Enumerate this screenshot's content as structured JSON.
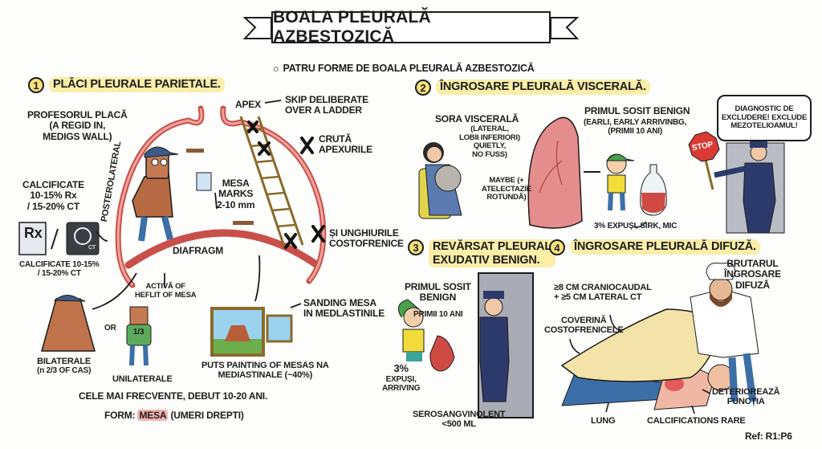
{
  "title": "BOALA PLEURALĂ AZBESTOZICĂ",
  "subtitle": "PATRU FORME DE BOALA PLEURALĂ AZBESTOZICĂ",
  "subtitle_icon": "sun-icon",
  "sections": {
    "s1": {
      "num": "1",
      "title": "PLĂCI PLEURALE PARIETALE.",
      "apex": "APEX",
      "skip": [
        "SKIP DELIBERATE",
        "OVER A LADDER"
      ],
      "profesor": [
        "PROFESORUL PLACĂ",
        "(A REGID IN,",
        "MEDIGS WALL)"
      ],
      "posterolateral": "POSTEROLATERAL",
      "cruta": [
        "CRUTĂ",
        "APEXURILE"
      ],
      "calcificate_top": [
        "CALCIFICATE",
        "10-15% Rx",
        "/ 15-20% CT"
      ],
      "rx_label": "Rx",
      "ct_label": "CT",
      "mesa_marks": [
        "MESA",
        "MARKS",
        "2-10 mm"
      ],
      "unghiurile": [
        "ȘI UNGHIURILE",
        "COSTOFRENICE"
      ],
      "diafragm": "DIAFRAGM",
      "calcificate_bottom": [
        "CALCIFICATE 10-15%",
        "/ 15-20% CT"
      ],
      "activa": [
        "ACTIVĂ OF",
        "HEFLIT OF MESA"
      ],
      "sanding": [
        "SANDING MESA",
        "IN MEDLASTINILE"
      ],
      "or": "OR",
      "third": "1/3",
      "bilaterale": [
        "BILATERALE",
        "(n 2/3 OF CAS)"
      ],
      "unilaterale": "UNILATERALE",
      "painting": [
        "PUTS PAINTING OF MESAS NA",
        "MEDIASTINALE (~40%)"
      ],
      "frecvente": "CELE MAI FRECVENTE, DEBUT 10-20 ANI.",
      "form_prefix": "FORM:",
      "form_highlight": "MESA",
      "form_suffix": "(UMERI DREPTI)"
    },
    "s2": {
      "num": "2",
      "title": "ÎNGROSARE PLEURALĂ VISCERALĂ.",
      "sora": "SORA VISCERALĂ",
      "sora_sub": [
        "(LATERAL,",
        "LOBII INFERIORI)",
        "QUIETLY,",
        "NO FUSS)"
      ],
      "maybe": [
        "MAYBE (+",
        "ATELECTAZIE",
        "ROTUNDĂ)"
      ],
      "primul": "PRIMUL SOSIT BENIGN",
      "primul_sub": [
        "(EARLI, EARLY ARRIVINBG,",
        "(PRIMII 10 ANI)"
      ],
      "expusi": "3% EXPUȘI, SIRK, MIC",
      "bubble": [
        "DIAGNOSTIC DE",
        "EXCLUDERE! EXCLUDE",
        "MEZOTELIOAMUL!"
      ],
      "stop": "STOP"
    },
    "s3": {
      "num": "3",
      "title": [
        "REVĂRSAT PLEURAL",
        "EXUDATIV BENIGN."
      ],
      "primul": [
        "PRIMUL SOSIT",
        "BENIGN"
      ],
      "primii": "PRIMII 10 ANI",
      "expusi": [
        "3%",
        "EXPUȘI,",
        "ARRIVING"
      ],
      "sero": [
        "SEROSANGVINOLENT",
        "<500 ML"
      ]
    },
    "s4": {
      "num": "4",
      "title": "ÎNGROSARE PLEURALĂ DIFUZĂ.",
      "brutarul": [
        "BRUTARUL",
        "ÎNGROSARE",
        "DIFUZĂ"
      ],
      "criteria": [
        "≥8 CM CRANIOCAUDAL",
        "+ ≥5 CM LATERAL CT"
      ],
      "coverina": [
        "COVERINĂ",
        "COSTOFRENICELE"
      ],
      "deterioreaza": [
        "DETERIOREAZĂ",
        "FUNCȚIA"
      ],
      "lung": "LUNG",
      "calcifications": "CALCIFICATIONS RARE"
    }
  },
  "ref": "Ref: R1:P6",
  "colors": {
    "highlight": "#fbeea8",
    "pleura": "#e0706a",
    "mesa": "#f4b3ad",
    "police": "#2c3a6b"
  }
}
